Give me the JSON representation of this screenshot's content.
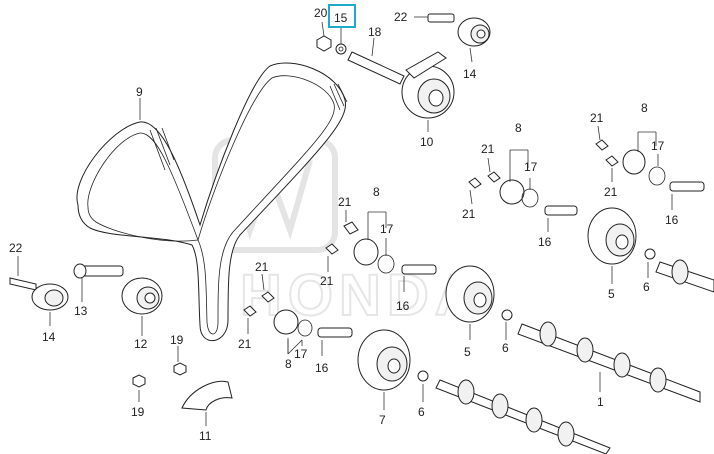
{
  "diagram": {
    "callouts": [
      {
        "id": "c20a",
        "text": "20"
      },
      {
        "id": "c15",
        "text": "15",
        "highlighted": true,
        "highlight_color": "#21a9c9"
      },
      {
        "id": "c22a",
        "text": "22"
      },
      {
        "id": "c18",
        "text": "18"
      },
      {
        "id": "c14a",
        "text": "14"
      },
      {
        "id": "c10",
        "text": "10"
      },
      {
        "id": "c9",
        "text": "9"
      },
      {
        "id": "c8a",
        "text": "8"
      },
      {
        "id": "c21a",
        "text": "21"
      },
      {
        "id": "c17a",
        "text": "17"
      },
      {
        "id": "c21b",
        "text": "21"
      },
      {
        "id": "c8b",
        "text": "8"
      },
      {
        "id": "c21c",
        "text": "21"
      },
      {
        "id": "c17b",
        "text": "17"
      },
      {
        "id": "c21d",
        "text": "21"
      },
      {
        "id": "c16a",
        "text": "16"
      },
      {
        "id": "c16b",
        "text": "16"
      },
      {
        "id": "c5a",
        "text": "5"
      },
      {
        "id": "c6a",
        "text": "6"
      },
      {
        "id": "c8c",
        "text": "8"
      },
      {
        "id": "c21e",
        "text": "21"
      },
      {
        "id": "c17c",
        "text": "17"
      },
      {
        "id": "c21f",
        "text": "21"
      },
      {
        "id": "c16c",
        "text": "16"
      },
      {
        "id": "c22b",
        "text": "22"
      },
      {
        "id": "c14b",
        "text": "14"
      },
      {
        "id": "c13",
        "text": "13"
      },
      {
        "id": "c12",
        "text": "12"
      },
      {
        "id": "c21g",
        "text": "21"
      },
      {
        "id": "c21h",
        "text": "21"
      },
      {
        "id": "c17d",
        "text": "17"
      },
      {
        "id": "c8d",
        "text": "8"
      },
      {
        "id": "c16d",
        "text": "16"
      },
      {
        "id": "c5b",
        "text": "5"
      },
      {
        "id": "c6b",
        "text": "6"
      },
      {
        "id": "c19a",
        "text": "19"
      },
      {
        "id": "c19b",
        "text": "19"
      },
      {
        "id": "c11",
        "text": "11"
      },
      {
        "id": "c7",
        "text": "7"
      },
      {
        "id": "c6c",
        "text": "6"
      },
      {
        "id": "c1",
        "text": "1"
      }
    ],
    "watermark": "HONDA"
  }
}
